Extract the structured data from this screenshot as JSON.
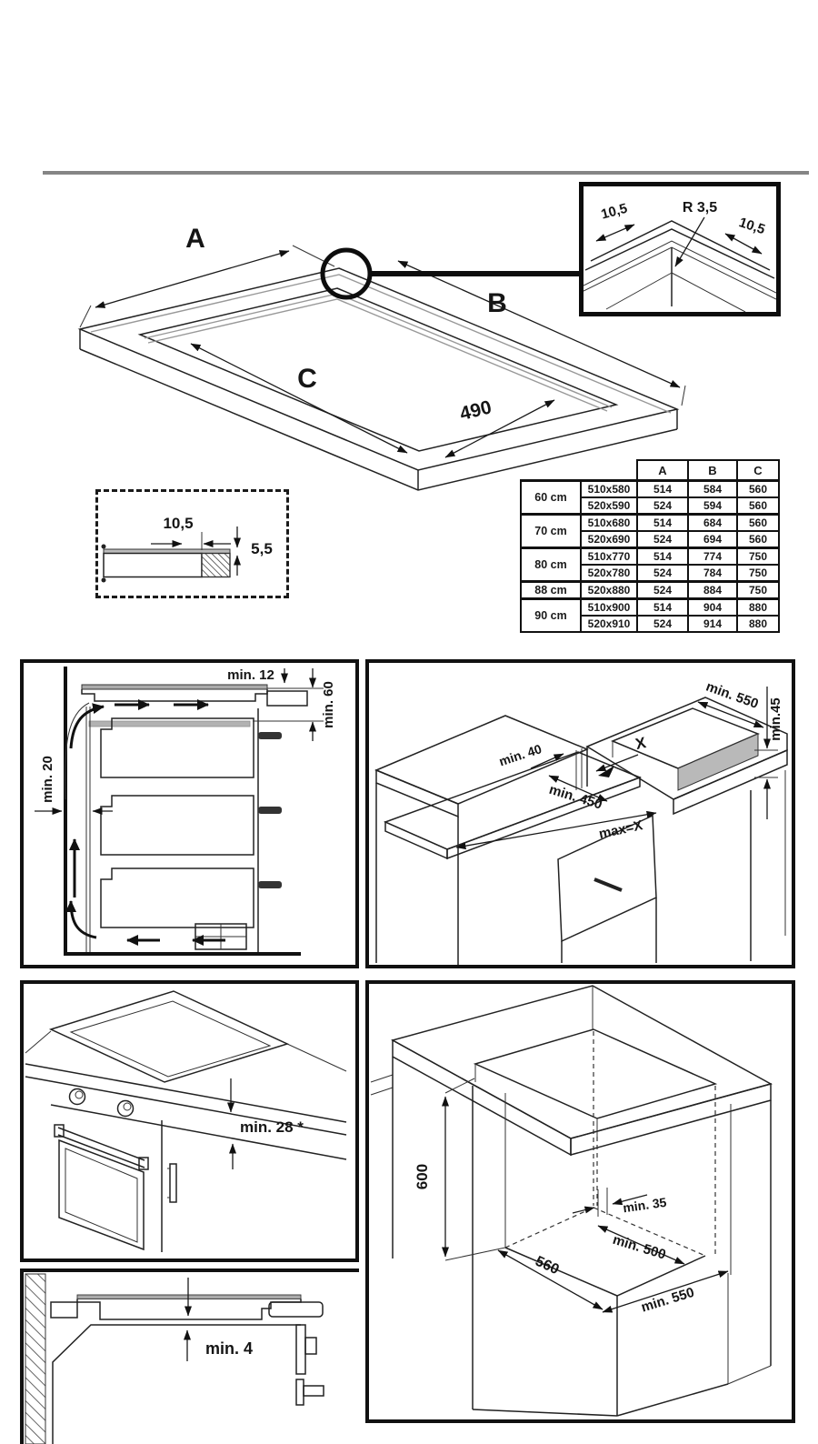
{
  "main": {
    "a": "A",
    "b": "B",
    "c": "C",
    "d490": "490"
  },
  "corner_detail": {
    "left": "10,5",
    "radius": "R 3,5",
    "right": "10,5"
  },
  "edge_detail": {
    "width": "10,5",
    "thick": "5,5"
  },
  "size_table": {
    "headers": {
      "a": "A",
      "b": "B",
      "c": "C"
    },
    "groups": [
      {
        "size": "60 cm",
        "rows": [
          {
            "cutout": "510x580",
            "a": "514",
            "b": "584",
            "c": "560"
          },
          {
            "cutout": "520x590",
            "a": "524",
            "b": "594",
            "c": "560"
          }
        ]
      },
      {
        "size": "70 cm",
        "rows": [
          {
            "cutout": "510x680",
            "a": "514",
            "b": "684",
            "c": "560"
          },
          {
            "cutout": "520x690",
            "a": "524",
            "b": "694",
            "c": "560"
          }
        ]
      },
      {
        "size": "80 cm",
        "rows": [
          {
            "cutout": "510x770",
            "a": "514",
            "b": "774",
            "c": "750"
          },
          {
            "cutout": "520x780",
            "a": "524",
            "b": "784",
            "c": "750"
          }
        ]
      },
      {
        "size": "88 cm",
        "rows": [
          {
            "cutout": "520x880",
            "a": "524",
            "b": "884",
            "c": "750"
          }
        ]
      },
      {
        "size": "90 cm",
        "rows": [
          {
            "cutout": "510x900",
            "a": "514",
            "b": "904",
            "c": "880"
          },
          {
            "cutout": "520x910",
            "a": "524",
            "b": "914",
            "c": "880"
          }
        ]
      }
    ]
  },
  "vent": {
    "top": "min. 12",
    "right": "min. 60",
    "left": "min. 20"
  },
  "worktop": {
    "depth": "min. 550",
    "thick": "min.45",
    "x": "X",
    "gap": "min. 40",
    "board": "min. 450",
    "max": "max=X"
  },
  "oven": {
    "clear": "min. 28 *"
  },
  "cab": {
    "h": "600",
    "back": "min. 35",
    "depth": "min. 500",
    "w": "560",
    "front": "min. 550"
  },
  "flush": {
    "clear": "min. 4"
  }
}
